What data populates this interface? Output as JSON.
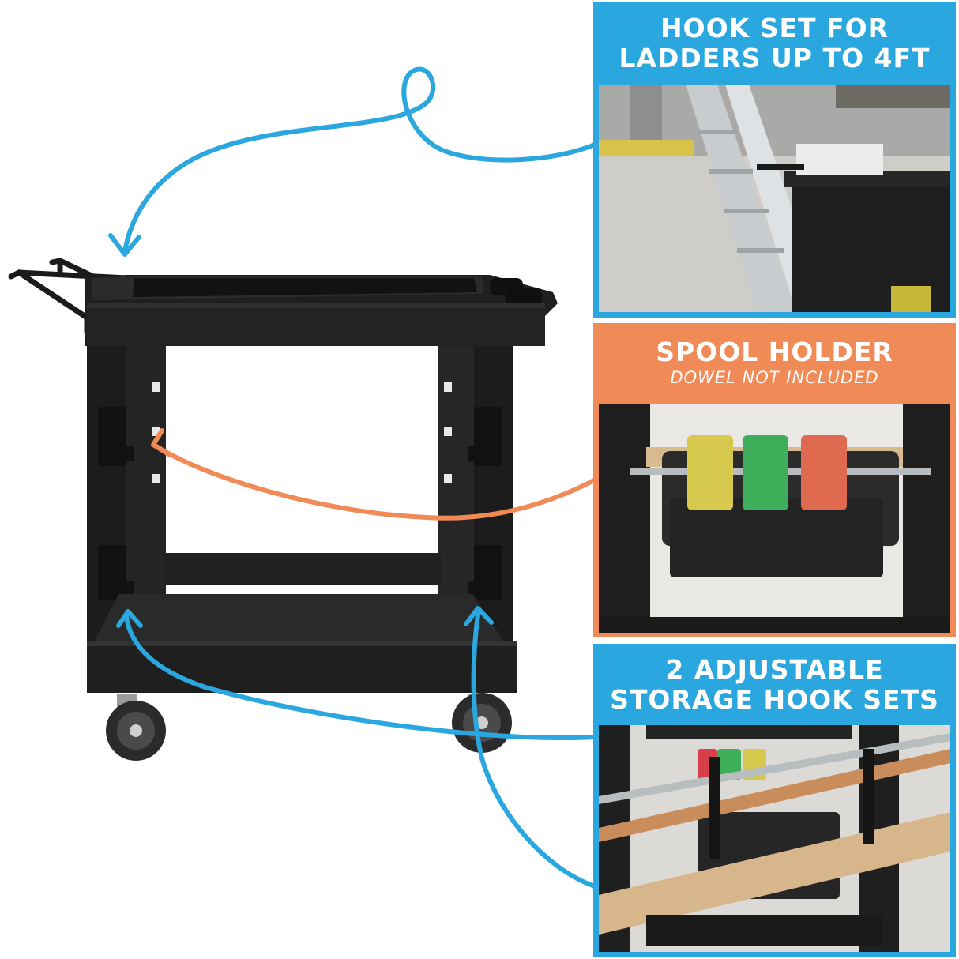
{
  "colors": {
    "blue": "#2aa7df",
    "orange": "#f08a57",
    "cart_black": "#1d1d1d",
    "white": "#ffffff"
  },
  "panels": {
    "ladder": {
      "title_line1": "HOOK SET FOR",
      "title_line2": "LADDERS UP TO 4FT"
    },
    "spool": {
      "title": "SPOOL HOLDER",
      "subtitle": "DOWEL NOT INCLUDED"
    },
    "storage": {
      "title_line1": "2 ADJUSTABLE",
      "title_line2": "STORAGE HOOK SETS"
    }
  },
  "icons": [
    "arrow-head-icon",
    "caster-wheel-icon"
  ]
}
